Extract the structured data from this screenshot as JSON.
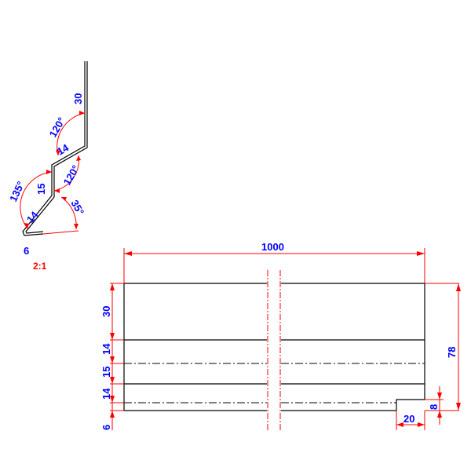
{
  "profile": {
    "segments": {
      "top_flange": "30",
      "upper_slope": "14",
      "vertical_web": "15",
      "lower_slope": "14",
      "hem": "6"
    },
    "angles": {
      "upper": "120°",
      "middle": "120°",
      "left": "135°",
      "hem": "35°"
    },
    "scale": "2:1"
  },
  "plan_view": {
    "overall_length": "1000",
    "overall_height": "78",
    "side_dims": [
      "30",
      "14",
      "15",
      "14",
      "6"
    ],
    "notch_width": "20",
    "notch_height": "8"
  },
  "colors": {
    "dimension_line": "#ff0000",
    "dimension_text": "#0000ff",
    "object_line": "#000000"
  }
}
